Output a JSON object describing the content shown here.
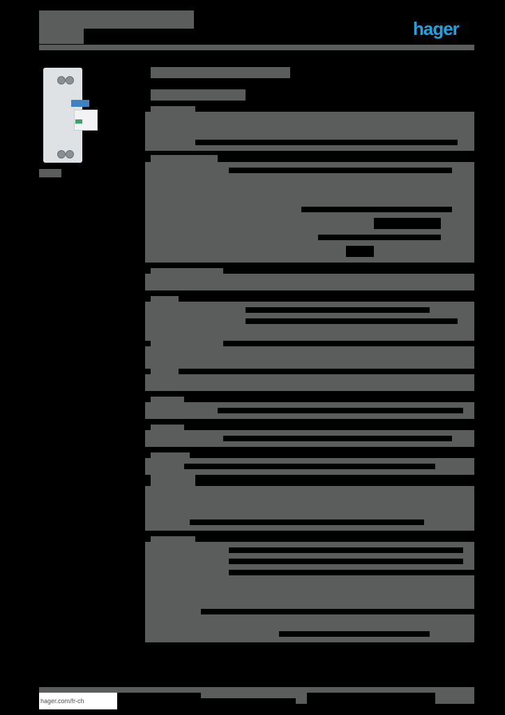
{
  "document": {
    "brand_logo": "hager",
    "header": {
      "title": "",
      "subtitle": ""
    },
    "product": {
      "image": "modular-switch-disconnector",
      "reference": ""
    },
    "footer": {
      "website": "hager.com/fr-ch",
      "page_info": ""
    },
    "colors": {
      "brand": "#1ba3e2",
      "redaction": "#5b5c5c",
      "background": "#000000"
    },
    "sections": [
      {
        "name": "section-1",
        "rows": 3
      },
      {
        "name": "section-2",
        "rows": 9
      },
      {
        "name": "section-3",
        "rows": 2
      },
      {
        "name": "section-4",
        "rows": 7
      },
      {
        "name": "section-5",
        "rows": 2
      },
      {
        "name": "section-6",
        "rows": 2
      },
      {
        "name": "section-7",
        "rows": 6
      },
      {
        "name": "section-8",
        "rows": 8
      }
    ]
  }
}
